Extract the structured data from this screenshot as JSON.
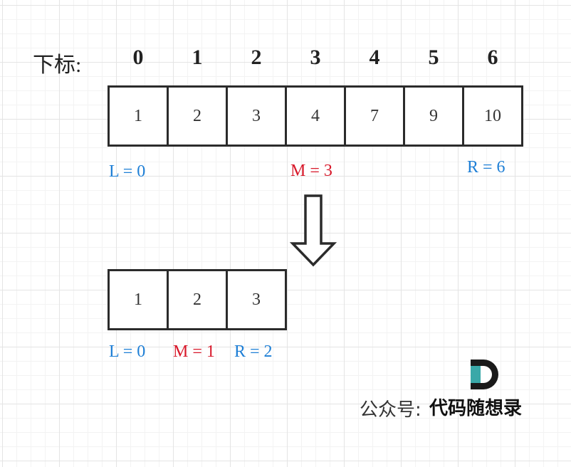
{
  "index_label": "下标:",
  "indices": [
    "0",
    "1",
    "2",
    "3",
    "4",
    "5",
    "6"
  ],
  "top_array": [
    "1",
    "2",
    "3",
    "4",
    "7",
    "9",
    "10"
  ],
  "top_pointers": {
    "left": "L = 0",
    "mid": "M = 3",
    "right": "R = 6"
  },
  "bottom_array": [
    "1",
    "2",
    "3"
  ],
  "bottom_pointers": {
    "left": "L = 0",
    "mid": "M = 1",
    "right": "R = 2"
  },
  "footer": {
    "label": "公众号:",
    "name": "代码随想录"
  },
  "colors": {
    "left_right_pointer": "#1e7fd6",
    "mid_pointer": "#d8182a",
    "border": "#2b2b2b",
    "logo_teal": "#3aa8a8"
  },
  "icons": {
    "arrow": "down-arrow-icon",
    "logo": "d-logo-icon"
  }
}
